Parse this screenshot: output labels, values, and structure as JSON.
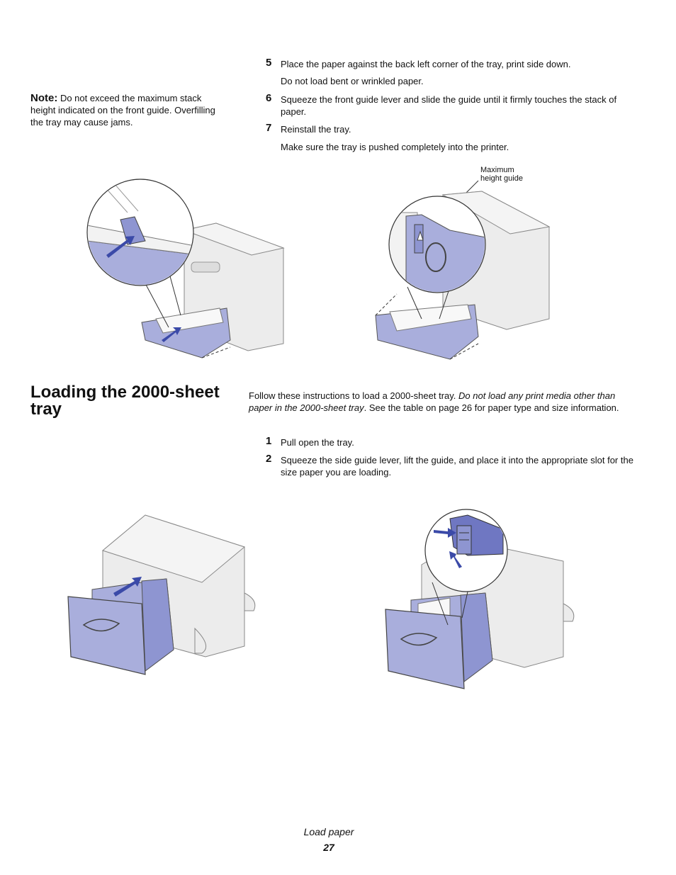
{
  "note": {
    "label": "Note:",
    "text": " Do not exceed the maximum stack height indicated on the front guide. Overfilling the tray may cause jams."
  },
  "steps_top": [
    {
      "num": "5",
      "text": "Place the paper against the back left corner of the tray, print side down.",
      "sub": "Do not load bent or wrinkled paper."
    },
    {
      "num": "6",
      "text": "Squeeze the front guide lever and slide the guide until it firmly touches the stack of paper.",
      "sub": ""
    },
    {
      "num": "7",
      "text": "Reinstall the tray.",
      "sub": "Make sure the tray is pushed completely into the printer."
    }
  ],
  "callout": {
    "line1": "Maximum",
    "line2": "height guide"
  },
  "section": {
    "heading": "Loading the 2000-sheet tray",
    "intro_plain_1": "Follow these instructions to load a 2000-sheet tray. ",
    "intro_italic": "Do not load any print media other than paper in the 2000-sheet tray",
    "intro_plain_2": ". See the table on page 26 for paper type and size information."
  },
  "steps_bottom": [
    {
      "num": "1",
      "text": "Pull open the tray."
    },
    {
      "num": "2",
      "text": "Squeeze the side guide lever, lift the guide, and place it into the appropriate slot for the size paper you are loading."
    }
  ],
  "footer": {
    "title": "Load paper",
    "page": "27"
  },
  "colors": {
    "tray": "#a9aedc",
    "tray_dark": "#6f77c2",
    "arrow": "#3b4aa8",
    "printer": "#e6e6e6",
    "line": "#444444"
  }
}
